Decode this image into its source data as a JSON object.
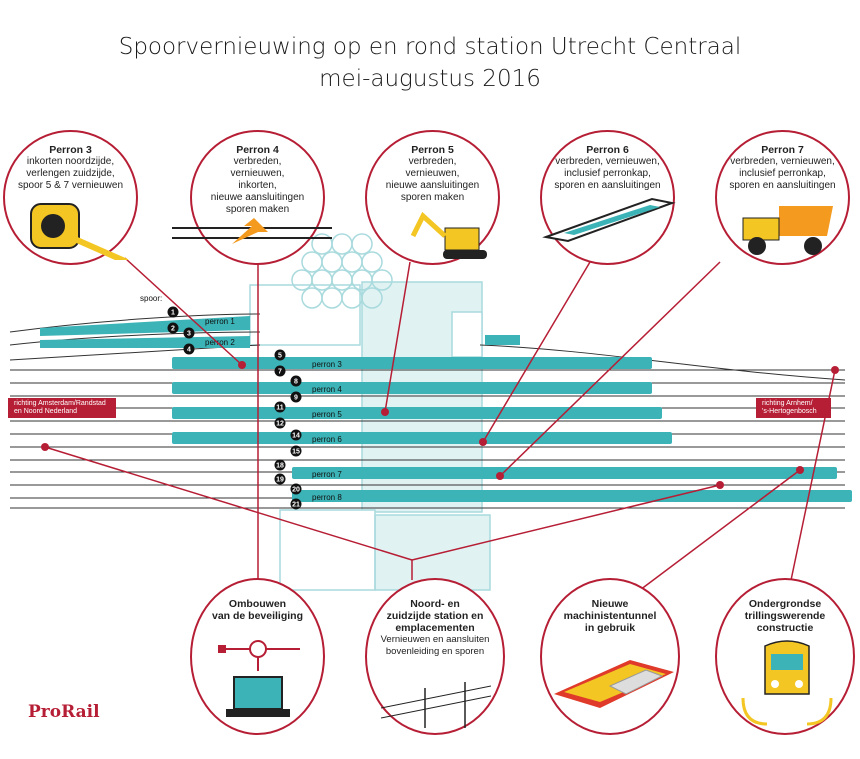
{
  "title": {
    "line1": "Spoorvernieuwing op en rond station Utrecht Centraal",
    "line2": "mei-augustus 2016"
  },
  "legend": {
    "spoor_label": "spoor:"
  },
  "callouts_top": [
    {
      "title": "Perron 3",
      "text": "inkorten noordzijde,\nverlengen zuidzijde,\nspoor 5 & 7 vernieuwen",
      "icon": "tape-measure-icon"
    },
    {
      "title": "Perron 4",
      "text": "verbreden,\nvernieuwen,\ninkorten,\nnieuwe aansluitingen\nsporen maken",
      "icon": "track-arrow-icon"
    },
    {
      "title": "Perron 5",
      "text": "verbreden,\nvernieuwen,\nnieuwe aansluitingen\nsporen maken",
      "icon": "excavator-icon"
    },
    {
      "title": "Perron 6",
      "text": "verbreden, vernieuwen,\ninclusief perronkap,\nsporen en aansluitingen",
      "icon": "platform-icon"
    },
    {
      "title": "Perron 7",
      "text": "verbreden, vernieuwen,\ninclusief perronkap,\nsporen en aansluitingen",
      "icon": "dump-truck-icon"
    }
  ],
  "callouts_bottom": [
    {
      "title": "Ombouwen\nvan de beveiliging",
      "text": "",
      "icon": "laptop-signal-icon"
    },
    {
      "title": "Noord- en\nzuidzijde station en\nemplacementen",
      "text": "Vernieuwen en aansluiten\nbovenleiding en sporen",
      "icon": "overhead-line-icon"
    },
    {
      "title": "Nieuwe\nmachinistentunnel\nin gebruik",
      "text": "",
      "icon": "tunnel-icon"
    },
    {
      "title": "Ondergrondse\ntrillingswerende\nconstructie",
      "text": "",
      "icon": "train-icon"
    }
  ],
  "platforms": [
    "perron 1",
    "perron 2",
    "perron 3",
    "perron 4",
    "perron 5",
    "perron 6",
    "perron 7",
    "perron 8"
  ],
  "tracks": [
    "1",
    "2",
    "3",
    "4",
    "5",
    "7",
    "8",
    "9",
    "11",
    "12",
    "14",
    "15",
    "18",
    "19",
    "20",
    "21"
  ],
  "directions": {
    "west": "richting Amsterdam/Randstad\nen Noord Nederland",
    "east": "richting Arnhem/\n's-Hertogenbosch"
  },
  "logo": "ProRail",
  "colors": {
    "accent": "#b61e35",
    "platform": "#3bb3b7",
    "building": "#a9dadd",
    "yellow": "#f3c623"
  }
}
